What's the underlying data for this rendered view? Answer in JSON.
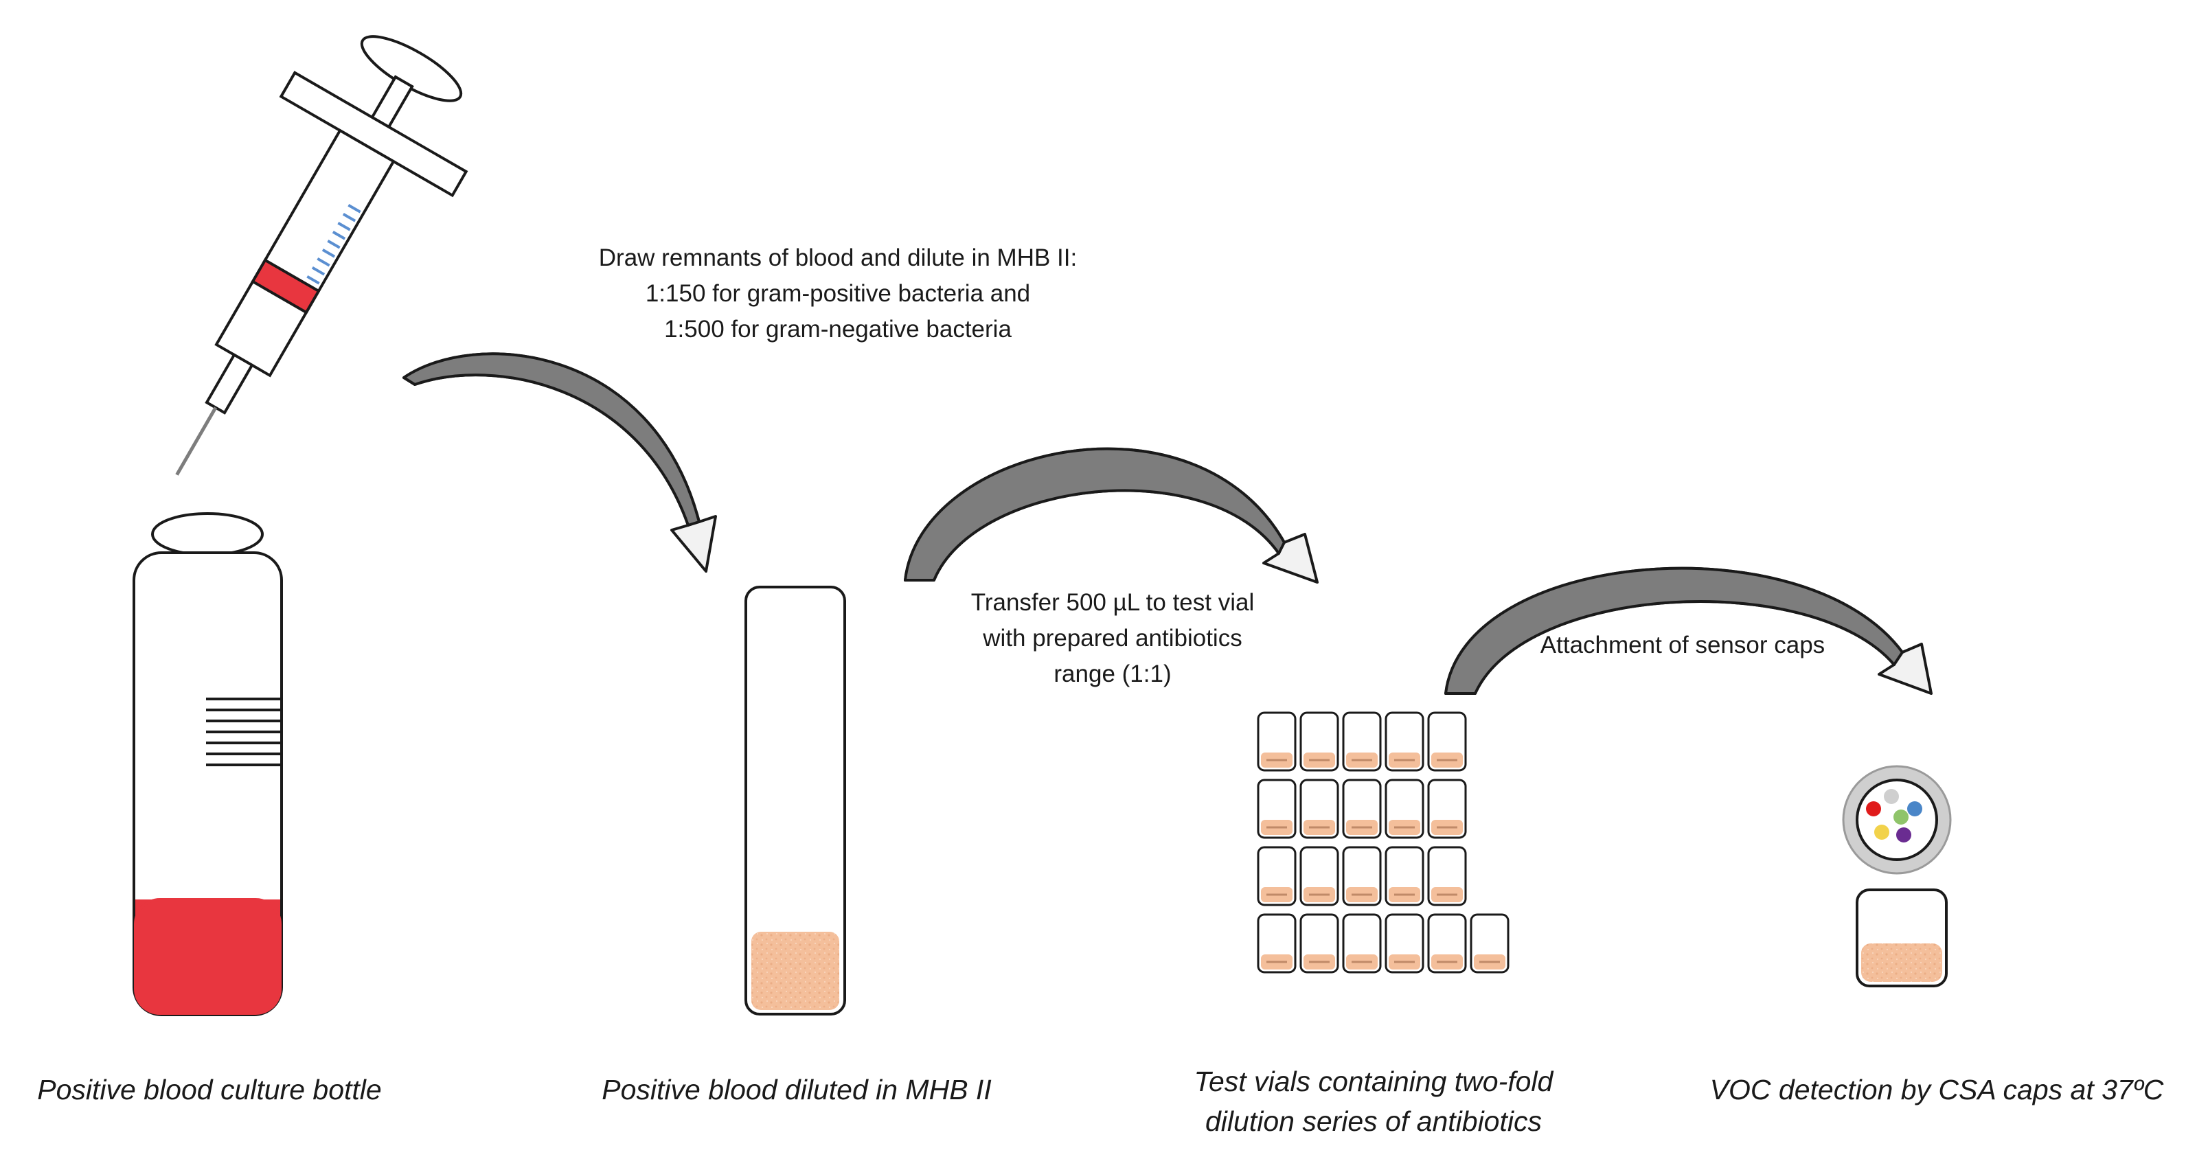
{
  "colors": {
    "blood": "#e8363f",
    "diluted": "#f4bf9b",
    "scale": "#5b8fd1",
    "outline": "#1a1a1a",
    "arrow_dark": "#7d7d7d",
    "arrow_light": "#f2f2f2",
    "cap_ring": "#cfcfcf",
    "sensor_dots": [
      "#e01b1b",
      "#cfcfcf",
      "#4a86c8",
      "#8fc46a",
      "#f2d24a",
      "#6a2c91"
    ]
  },
  "steps": {
    "draw_note": {
      "lines": [
        "Draw remnants of blood and dilute in MHB II:",
        "1:150 for gram-positive bacteria and",
        "1:500 for gram-negative bacteria"
      ]
    },
    "transfer_note": {
      "lines": [
        "Transfer 500 µL to test vial",
        "with prepared antibiotics",
        "range (1:1)"
      ]
    },
    "attach_note": {
      "lines": [
        "Attachment of sensor caps"
      ]
    }
  },
  "captions": {
    "bottle": [
      "Positive blood culture bottle"
    ],
    "tube": [
      "Positive blood diluted in MHB II"
    ],
    "vials": [
      "Test vials containing two-fold",
      "dilution series of antibiotics"
    ],
    "cap": [
      "VOC detection by CSA caps at 37ºC"
    ]
  },
  "vial_grid": {
    "row_counts": [
      5,
      5,
      5,
      6
    ]
  }
}
